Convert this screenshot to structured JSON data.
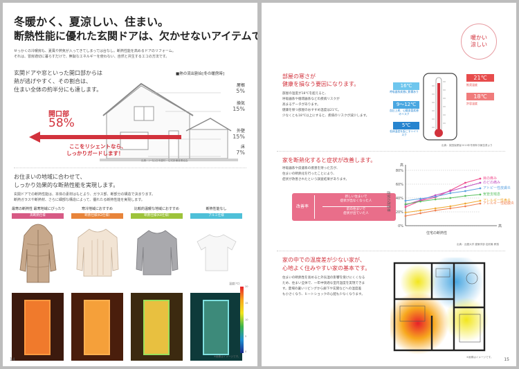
{
  "left": {
    "title_line1": "冬暖かく、夏涼しい、住まい。",
    "title_line2": "断熱性能に優れた玄関ドアは、欠かせないアイテムです。",
    "intro_line1": "せっかくの冷暖房も、夏風や熱気が入ってきてしまっては台なし。断熱性能を高めるドアのリフォーム。",
    "intro_line2": "それは、冒房適切に暮らすだけで、無駄なエネルギーを使わない、自然と共生するエコの方法です。",
    "house_section": {
      "text_line1": "玄関ドアや窓といった開口部からは",
      "text_line2": "熱が逃げやすく、その割合は、",
      "text_line3": "住まい全体の約半分にも達します。",
      "legend": "■熱の流出割合[冬の暖房時]",
      "items": [
        {
          "label": "屋根",
          "value": "5%"
        },
        {
          "label": "換気",
          "value": "15%"
        },
        {
          "label": "外壁",
          "value": "15%"
        },
        {
          "label": "床",
          "value": "7%"
        }
      ],
      "opening_label": "開口部",
      "opening_value": "58%",
      "message_line1": "ここをリシェントなら、",
      "message_line2": "しっかりガードします！",
      "footnote": "出典：(一社)日本建材・住宅設備産業協会"
    },
    "performance": {
      "title_line1": "お住まいの地域に合わせて、",
      "title_line2": "しっかり効果的な断熱性能を実現します。",
      "desc_line1": "玄関ドアでの断熱性能は、本体の素材はもとより、ガラス部、断部分の構造で決まります。",
      "desc_line2": "断熱ガラスや断熱材、さらに細部な構造によって、優れたる断熱性能を実現します。",
      "garments": [
        {
          "title": "最寒の断熱性 最寒地域にぴったり",
          "badge": "高断熱仕様",
          "color": "#d75a85"
        },
        {
          "title": "寒冷地域におすすめ",
          "badge": "断熱仕様(K2仕様)",
          "color": "#e8843a"
        },
        {
          "title": "比較的温暖な地域におすすめ",
          "badge": "断熱仕様(K4仕様)",
          "color": "#9dc33b"
        },
        {
          "title": "断熱性能なし",
          "badge": "アルミ仕様",
          "color": "#4fc0d8"
        }
      ],
      "scale_label": "温度(℃)",
      "scale_ticks": [
        "20",
        "15",
        "10",
        "5",
        "0"
      ],
      "image_note": "※画像はイメージです。"
    },
    "page_number": "14"
  },
  "right": {
    "badge_line1": "暖かい",
    "badge_line2": "涼しい",
    "cold": {
      "title_line1": "部屋の寒さが",
      "title_line2": "健康を損なう要因になります。",
      "body_line1": "部屋の温度が18℃を超えると、",
      "body_line2": "呼吸器系や循環器系などの疾病リスクが",
      "body_line3": "高まるデータがあります。",
      "body_line4": "健康を保つ部屋のおすすめ温度は21℃。",
      "body_line5": "少なくとも18℃以上にすると、疾病のリスクが減少します。",
      "left_temps": [
        {
          "temp": "16℃",
          "note": "呼吸器系疾患に影響あり",
          "color": "#6ec6ee"
        },
        {
          "temp": "9〜12℃",
          "note": "血圧上昇、心臓血管疾患のリスク",
          "color": "#4aa7e1"
        },
        {
          "temp": "5℃",
          "note": "低体温症を起こすハイリスク",
          "color": "#2684cf"
        }
      ],
      "right_temps": [
        {
          "temp": "21℃",
          "note": "推奨温度",
          "color": "#e74c4c"
        },
        {
          "temp": "18℃",
          "note": "許容温度",
          "color": "#f07b7b"
        }
      ],
      "source": "出典：英国保健省2010年冬期年次報告書より"
    },
    "symptoms": {
      "title": "家を断熱化すると症状が改善します。",
      "body_line1": "呼吸器系や皮膚系の疾患を持った方が、",
      "body_line2": "住まいの断熱化を行ったことにより、",
      "body_line3": "症状が改善されたという調査結果があります。",
      "callout_label": "改善率",
      "callout_line1": "新しい住まいで",
      "callout_line2": "症状が出なくなった人",
      "callout_line3": "前の住まいで",
      "callout_line4": "症状が出ていた人",
      "source": "出典：近畿大学 建築学部 岩前篤 教授"
    },
    "house": {
      "title_line1": "家の中での温度差が少ない家が、",
      "title_line2": "心地よく住みやすい家の基本です。",
      "body_line1": "住まいの断熱性を高めると外気温の影響を受けにくくなる",
      "body_line2": "ため、住まい全体で、一年中快適な室内温度を実現できま",
      "body_line3": "す。夏場の暑いリビングから廊下や玄関などへの温度差",
      "body_line4": "も小さくなり、ヒートショックの心配も少なくなります。",
      "note": "※画像はイメージです。"
    },
    "page_number": "15"
  },
  "chart_data": {
    "type": "line",
    "categories": [
      "",
      "",
      "",
      "",
      "",
      ""
    ],
    "ylabel": "症状の改善率",
    "xlabel_left": "住宅の断熱性",
    "xlabel_right": "高",
    "ylim": [
      0,
      80
    ],
    "yticks": [
      "80%",
      "60%",
      "40%",
      "20%",
      "0%"
    ],
    "series": [
      {
        "name": "目の痒み",
        "color": "#f04a8c",
        "values": [
          27,
          36,
          41,
          51,
          62,
          68
        ]
      },
      {
        "name": "のどの痛み",
        "color": "#c04fc0",
        "values": [
          30,
          37,
          44,
          50,
          56,
          62
        ]
      },
      {
        "name": "アトピー性皮膚炎",
        "color": "#5aa0e0",
        "values": [
          36,
          39,
          42,
          47,
          50,
          54
        ]
      },
      {
        "name": "気管支喘息",
        "color": "#5ac060",
        "values": [
          31,
          35,
          38,
          40,
          43,
          45
        ]
      },
      {
        "name": "アレルギー性鼻炎",
        "color": "#f0a830",
        "values": [
          19,
          22,
          25,
          28,
          32,
          36
        ]
      },
      {
        "name": "アレルギー性結膜炎",
        "color": "#f08050",
        "values": [
          14,
          18,
          22,
          25,
          28,
          32
        ]
      }
    ]
  }
}
